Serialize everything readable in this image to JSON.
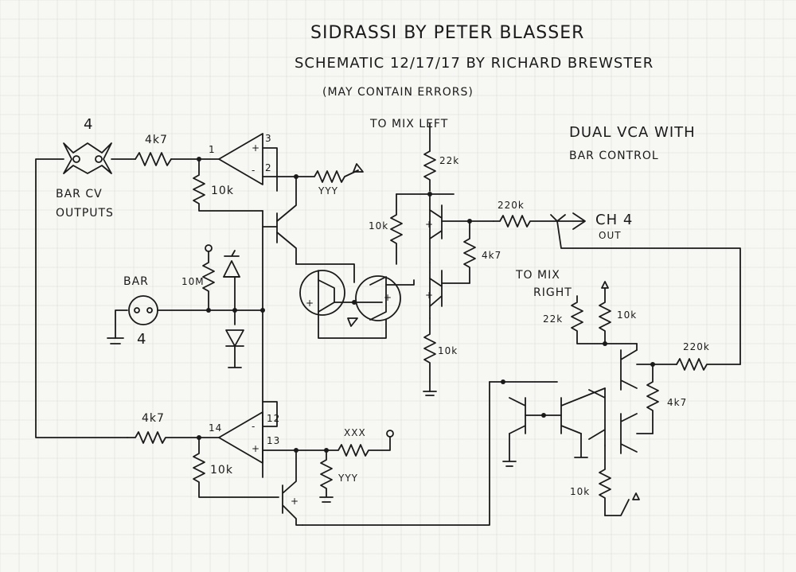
{
  "title": {
    "line1": "SIDRASSI BY PETER BLASSER",
    "line2": "SCHEMATIC 12/17/17 BY RICHARD BREWSTER",
    "line3": "(MAY CONTAIN ERRORS)"
  },
  "heading": {
    "line1": "DUAL VCA WITH",
    "line2": "BAR CONTROL"
  },
  "labels": {
    "bar_cv_number": "4",
    "bar_cv_line1": "BAR CV",
    "bar_cv_line2": "OUTPUTS",
    "bar": "BAR",
    "bar_number": "4",
    "to_mix_left": "TO MIX LEFT",
    "to_mix_right_line1": "TO MIX",
    "to_mix_right_line2": "RIGHT",
    "ch4_line1": "CH 4",
    "ch4_line2": "OUT"
  },
  "components": {
    "r_4k7_top": "4k7",
    "r_10k_top": "10k",
    "r_yyy_top": "YYY",
    "r_22k_left": "22k",
    "r_10k_mid": "10k",
    "r_220k_top": "220k",
    "r_4k7_mid": "4k7",
    "r_10k_tail": "10k",
    "r_10m_bar": "10M",
    "r_22k_right": "22k",
    "r_10k_right": "10k",
    "r_220k_right": "220k",
    "r_4k7_right": "4k7",
    "r_10k_right_tail": "10k",
    "r_4k7_bottom": "4k7",
    "r_10k_bottom": "10k",
    "r_xxx_bottom": "XXX",
    "r_yyy_bottom": "YYY"
  },
  "pins": {
    "opamp1_p1": "1",
    "opamp1_p2": "2",
    "opamp1_p3": "3",
    "opamp2_p12": "12",
    "opamp2_p13": "13",
    "opamp2_p14": "14"
  },
  "polarity": {
    "plus": "+",
    "minus": "-"
  }
}
